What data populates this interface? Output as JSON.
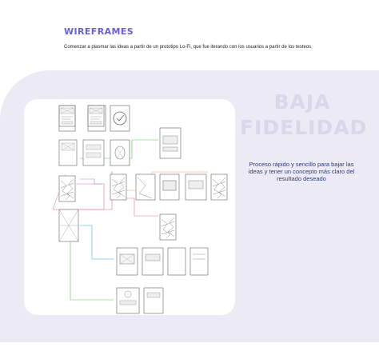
{
  "header": {
    "title": "WIREFRAMES",
    "intro": "Comenzar a plasmar las ideas a partir de un prototipo Lo-Fi, que fue iterando con los usuarios a partir de los testeos."
  },
  "section": {
    "title_line1": "BAJA",
    "title_line2": "FIDELIDAD",
    "description": "Proceso rápido y sencillo para bajar las ideas y tener un concepto más claro del resultado deseado"
  },
  "colors": {
    "accent": "#6a5fd6",
    "band": "#ebeaf5",
    "title_faded": "#d9d7ea",
    "description": "#2d3c7a",
    "connector_green": "#4cc94c",
    "connector_pink": "#f06a9c",
    "connector_purple": "#9b8ae0",
    "connector_orange": "#f6a443",
    "connector_blue": "#2aa7e0"
  }
}
